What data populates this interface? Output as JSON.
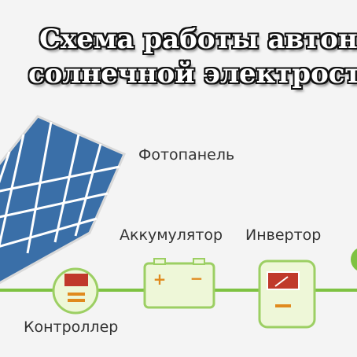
{
  "title": {
    "line1": "Схема работы автон",
    "line2": "солнечной электрост"
  },
  "labels": {
    "panel": "Фотопанель",
    "battery": "Аккумулятор",
    "inverter": "Инвертор",
    "controller": "Контроллер"
  },
  "battery_terminals": {
    "plus": "+",
    "minus": "−"
  },
  "colors": {
    "wire": "#7ec242",
    "component_fill": "#eef7d8",
    "component_stroke": "#9ccf63",
    "panel_cell": "#3a6fa8",
    "panel_grid": "#ffffff",
    "controller_indicator": "#c0392b",
    "battery_terminal": "#e08a1e"
  },
  "icons": {
    "panel": "solar-panel-icon",
    "controller": "charge-controller-icon",
    "battery": "battery-icon",
    "inverter": "inverter-meter-icon",
    "load": "load-bulb-icon"
  }
}
